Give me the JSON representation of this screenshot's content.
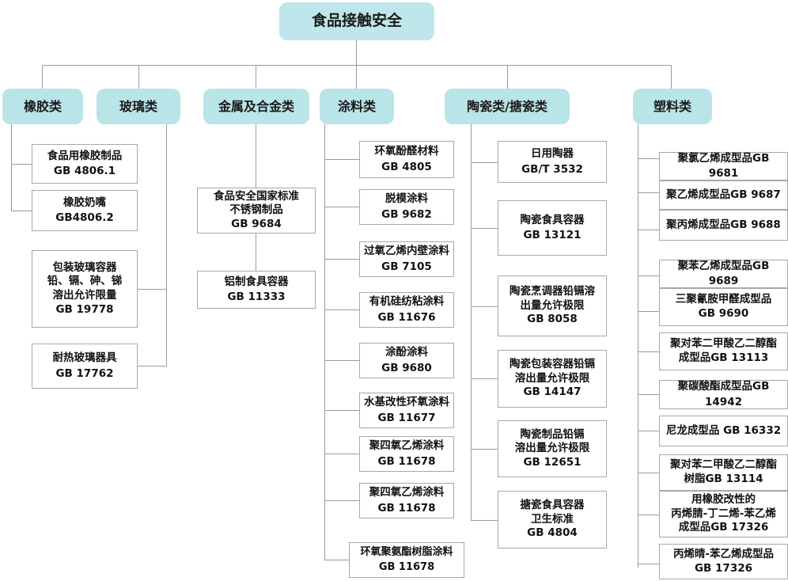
{
  "diagram": {
    "title": "食品接触安全",
    "root": {
      "label": "食品接触安全"
    },
    "categories": [
      {
        "id": "rubber",
        "label": "橡胶类"
      },
      {
        "id": "glass",
        "label": "玻璃类"
      },
      {
        "id": "metal",
        "label": "金属及合金类"
      },
      {
        "id": "coating",
        "label": "涂料类"
      },
      {
        "id": "ceramic",
        "label": "陶瓷类/搪瓷类"
      },
      {
        "id": "plastic",
        "label": "塑料类"
      }
    ],
    "leaves": {
      "rubber": [
        {
          "name": "食品用橡胶制品",
          "code": "GB 4806.1"
        },
        {
          "name": "橡胶奶嘴",
          "code": "GB4806.2"
        }
      ],
      "glass": [
        {
          "name": "包装玻璃容器\n铅、镉、砷、锑\n溶出允许限量",
          "code": "GB 19778"
        },
        {
          "name": "耐热玻璃器具",
          "code": "GB 17762"
        }
      ],
      "metal": [
        {
          "name": "食品安全国家标准\n不锈钢制品",
          "code": "GB 9684"
        },
        {
          "name": "铝制食具容器",
          "code": "GB 11333"
        }
      ],
      "coating": [
        {
          "name": "环氧酚醛材料",
          "code": "GB 4805"
        },
        {
          "name": "脱模涂料",
          "code": "GB 9682"
        },
        {
          "name": "过氧乙烯内壁涂料",
          "code": "GB 7105"
        },
        {
          "name": "有机硅纺粘涂料",
          "code": "GB 11676"
        },
        {
          "name": "涂酚涂料",
          "code": "GB 9680"
        },
        {
          "name": "水基改性环氧涂料",
          "code": "GB 11677"
        },
        {
          "name": "聚四氧乙烯涂料",
          "code": "GB 11678"
        },
        {
          "name": "聚四氧乙烯涂料",
          "code": "GB 11678"
        },
        {
          "name": "环氧聚氨酯树脂涂料",
          "code": "GB 11678"
        }
      ],
      "ceramic": [
        {
          "name": "日用陶器",
          "code": "GB/T 3532"
        },
        {
          "name": "陶瓷食具容器",
          "code": "GB 13121"
        },
        {
          "name": "陶瓷烹调器铅镉溶\n出量允许极限",
          "code": "GB 8058"
        },
        {
          "name": "陶瓷包装容器铅镉\n溶出量允许极限",
          "code": "GB 14147"
        },
        {
          "name": "陶瓷制品铅镉\n溶出量允许极限",
          "code": "GB 12651"
        },
        {
          "name": "搪瓷食具容器\n卫生标准",
          "code": "GB 4804"
        }
      ],
      "plastic": [
        {
          "name": "聚氯乙烯成型品GB 9681"
        },
        {
          "name": "聚乙烯成型品GB 9687"
        },
        {
          "name": "聚丙烯成型品GB 9688"
        },
        {
          "name": "聚苯乙烯成型品GB 9689"
        },
        {
          "name": "三聚氰胺甲醛成型品\nGB 9690"
        },
        {
          "name": "聚对苯二甲酸乙二醇酯\n成型品GB 13113"
        },
        {
          "name": "聚碳酸酯成型品GB 14942"
        },
        {
          "name": "尼龙成型品 GB 16332"
        },
        {
          "name": "聚对苯二甲酸乙二醇酯\n树脂GB 13114"
        },
        {
          "name": "用橡胶改性的\n丙烯腈-丁二烯-苯乙烯\n成型品GB 17326"
        },
        {
          "name": "丙烯晴-苯乙烯成型品\nGB 17326"
        }
      ]
    },
    "colors": {
      "node_fill": "#b9e4e8",
      "line": "#9b9b9b",
      "leaf_border": "#a8a8a8",
      "leaf_fill": "#ffffff",
      "text": "#111111",
      "background": "#ffffff"
    }
  }
}
